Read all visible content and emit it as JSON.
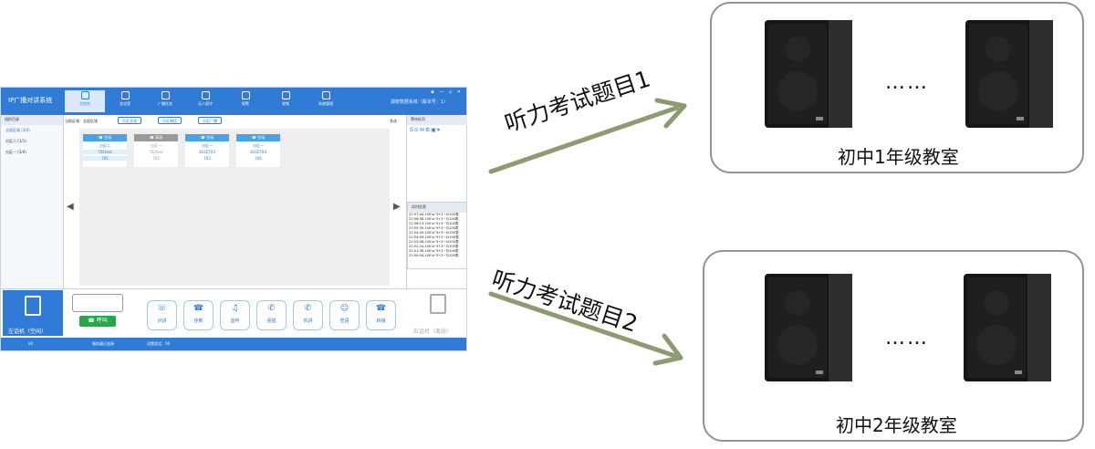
{
  "software": {
    "title": "IP广播对讲系统",
    "tabs": [
      "主控台",
      "会议室",
      "广播任务",
      "无人值守",
      "报警",
      "视频",
      "系统管理"
    ],
    "right_info": "湖度数据系统（版本号：1）",
    "window_controls": "▪ — ▫ ✕",
    "left_panel": {
      "header": "组织目录",
      "zones": [
        "全部区域 (3/4)",
        "分区二 (1/1)",
        "分区一 (3/4)"
      ]
    },
    "toolbar": {
      "current_area": "当前区域：全部区域",
      "buttons": [
        "分区全选",
        "分区喊话",
        "分区广播"
      ],
      "checkbox_label": "多选"
    },
    "terminals": [
      {
        "head": "☎ 空闲",
        "name": "分区二",
        "account": "701test",
        "id": "701"
      },
      {
        "head": "☎ 离线",
        "name": "分区一",
        "account": "702test",
        "id": "702"
      },
      {
        "head": "☎ 空闲",
        "name": "分区一",
        "account": "303Z703",
        "id": "703"
      },
      {
        "head": "☎ 空闲",
        "name": "分区一",
        "account": "303Z704",
        "id": "704"
      }
    ],
    "right_panel_header": "等待队列",
    "log_header": "实时信息",
    "log_rows": [
      "21:57:44.100'ur'3+3~4r100表",
      "21:56:58.100'ur'3+3~与100表",
      "21:56:13.100'ur'3+3~与100表",
      "21:55:35.100'ur'3+3~与100表",
      "21:54:44.100'ur'3+3~4r100表",
      "21:54:09.100'ur'3+3~4r100表",
      "21:53:08.100'ur'3+3~4r100表",
      "21:52:24.100'ur'3+3~与100表",
      "21:51:38.100'ur'3+3~与100表",
      "21:50:54.100'ur'3+3~与100表"
    ],
    "left_phone_label": "左话机（空闲）",
    "right_phone_label": "右话机（离线）",
    "call_button": "呼叫",
    "func_buttons": [
      {
        "label": "对讲",
        "icon": "☏"
      },
      {
        "label": "挂断",
        "icon": "☎"
      },
      {
        "label": "监听",
        "icon": "♫"
      },
      {
        "label": "强插",
        "icon": "✆"
      },
      {
        "label": "拆讲",
        "icon": "✆"
      },
      {
        "label": "密语",
        "icon": "☺"
      },
      {
        "label": "转接",
        "icon": "☎"
      }
    ],
    "status": [
      "i/0",
      "服务器已连接",
      "设置会话：56"
    ]
  },
  "arrows": [
    {
      "label": "听力考试题目1"
    },
    {
      "label": "听力考试题目2"
    }
  ],
  "rooms": [
    {
      "label": "初中1年级教室",
      "dots": "……"
    },
    {
      "label": "初中2年级教室",
      "dots": "……"
    }
  ],
  "colors": {
    "arrow": "#8e9a70",
    "box_border": "#8f958c",
    "ui_blue": "#2f7bd6",
    "speaker": "#1c1c1c"
  },
  "icons": [
    "speaker-icon",
    "phone-icon",
    "arrow-icon"
  ]
}
